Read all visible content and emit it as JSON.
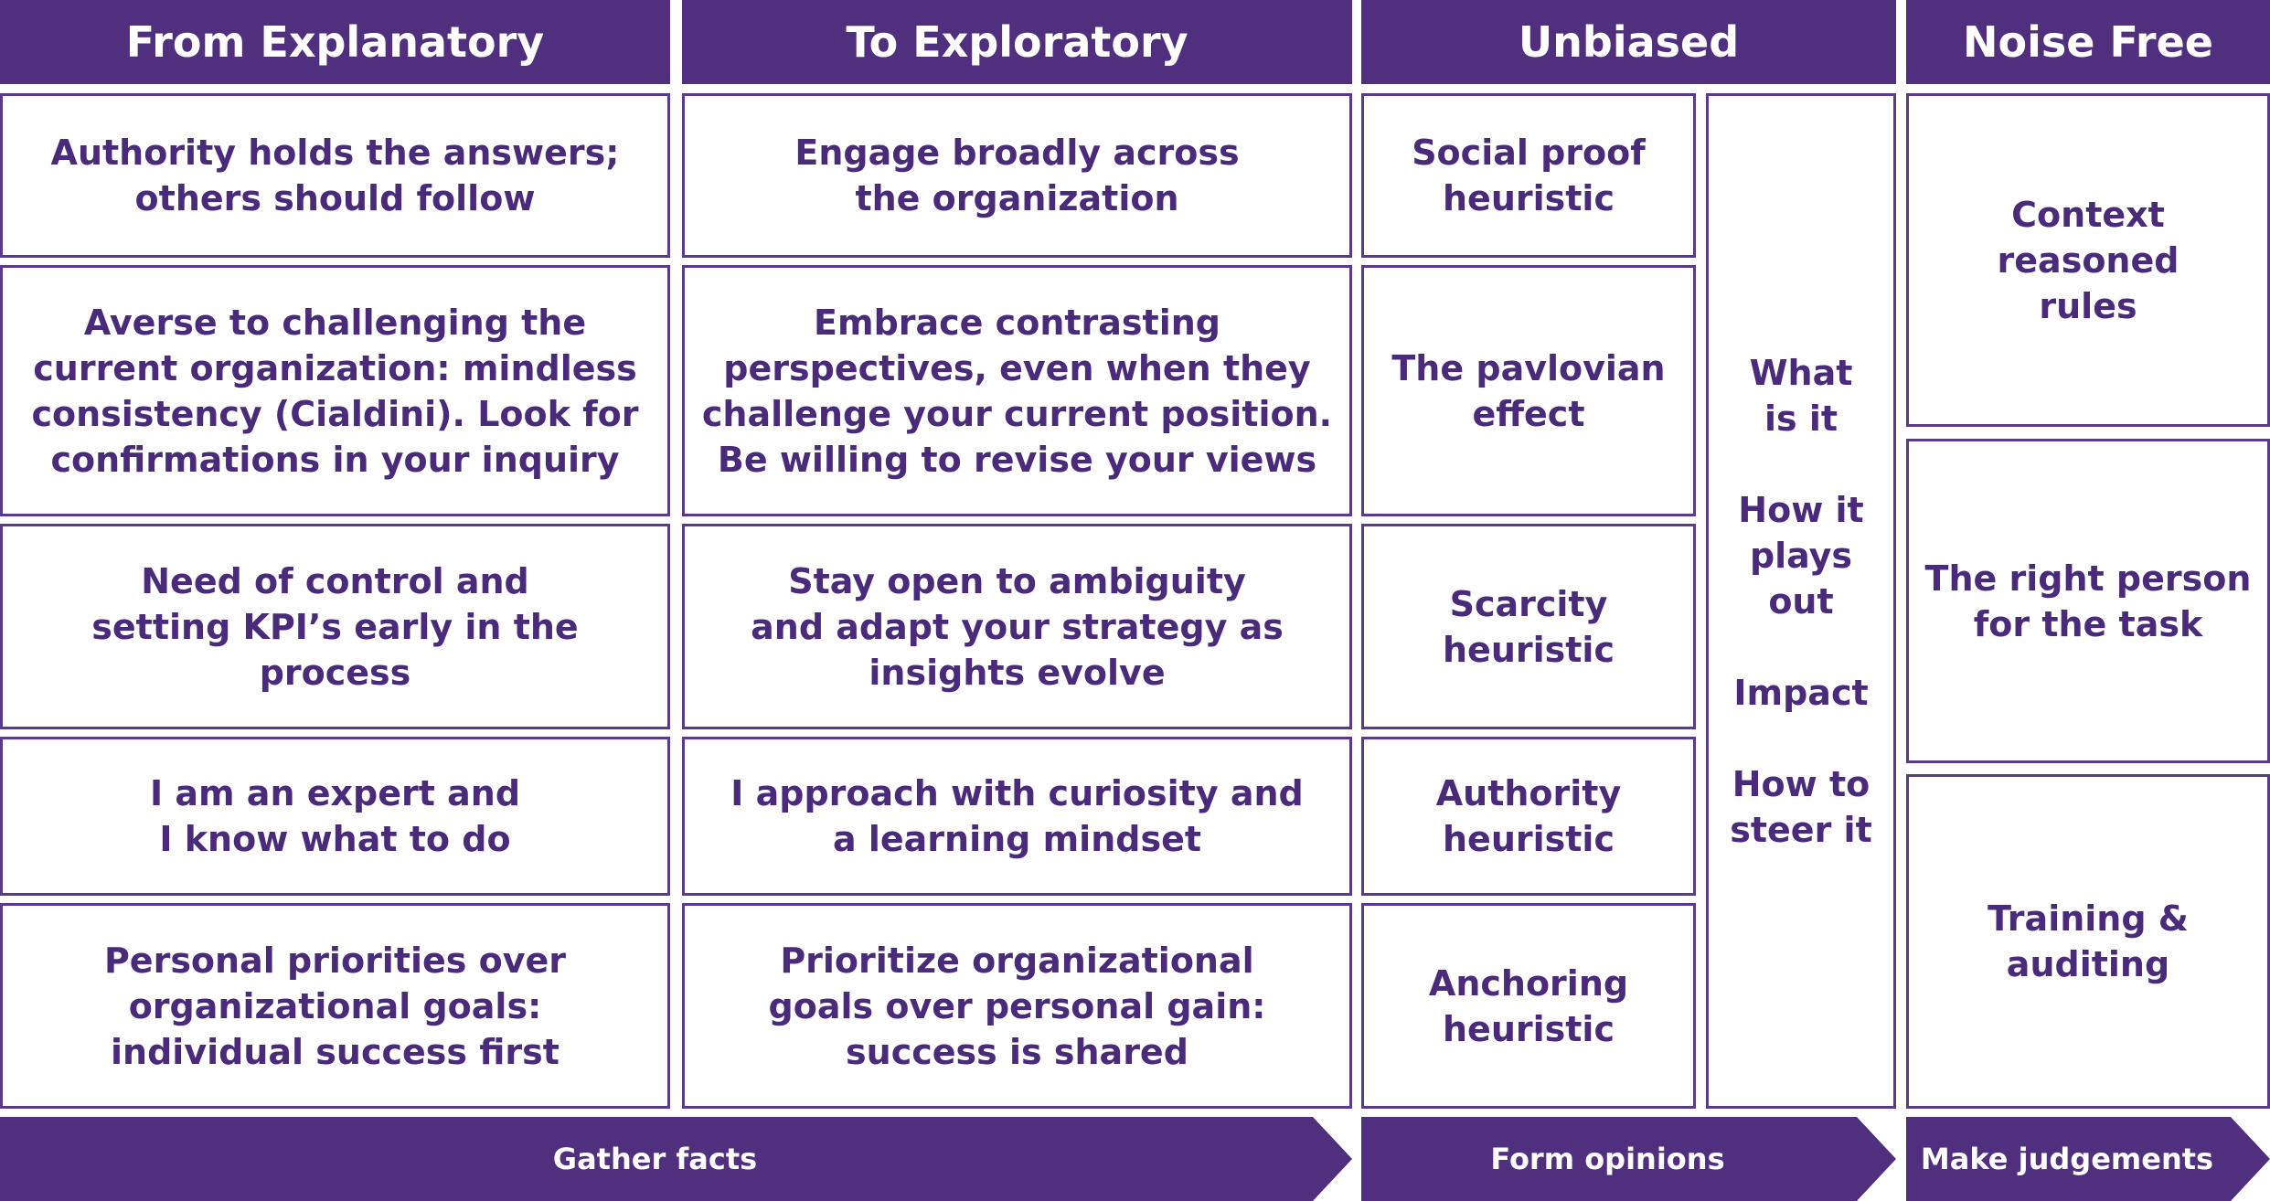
{
  "headers": {
    "from": "From Explanatory",
    "to": "To Exploratory",
    "unbiased": "Unbiased",
    "noise": "Noise Free"
  },
  "from_items": [
    "Authority holds the answers;\nothers should follow",
    "Averse to challenging the\ncurrent organization: mindless\nconsistency (Cialdini). Look for\nconfirmations in your inquiry",
    "Need of control and\nsetting KPI’s early in the\nprocess",
    "I am an expert and\nI know what to do",
    "Personal priorities over\norganizational goals:\nindividual success first"
  ],
  "to_items": [
    "Engage broadly across\nthe organization",
    "Embrace contrasting\nperspectives, even when they\nchallenge your current position.\nBe willing to revise your views",
    "Stay open to ambiguity\nand adapt your strategy as\ninsights evolve",
    "I approach with curiosity and\na learning mindset",
    "Prioritize organizational\ngoals over personal gain:\nsuccess is shared"
  ],
  "unbiased_items": [
    "Social proof\nheuristic",
    "The pavlovian\neffect",
    "Scarcity\nheuristic",
    "Authority\nheuristic",
    "Anchoring\nheuristic"
  ],
  "unbiased_side": "What\nis it\n\nHow it\nplays\nout\n\nImpact\n\nHow to\nsteer it",
  "noise_items": [
    "Context reasoned\nrules",
    "The right person\nfor the task",
    "Training &\nauditing"
  ],
  "arrows": {
    "gather": "Gather facts",
    "form": "Form opinions",
    "judge": "Make judgements"
  },
  "colors": {
    "accent": "#4f2f7e",
    "text": "#4a2a7a",
    "border": "#5a3a8a"
  }
}
